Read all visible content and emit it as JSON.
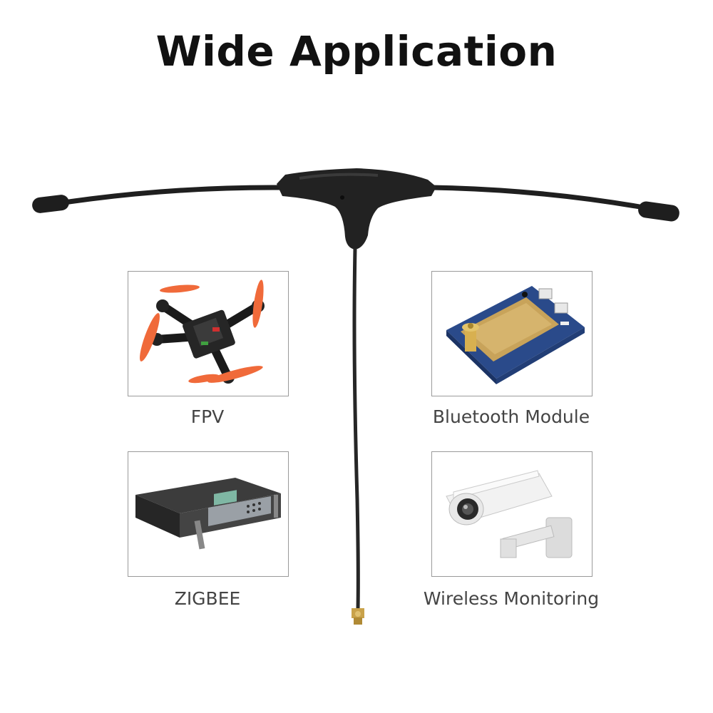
{
  "title": "Wide Application",
  "applications": [
    {
      "label": "FPV",
      "icon": "drone-icon"
    },
    {
      "label": "Bluetooth Module",
      "icon": "bluetooth-module-icon"
    },
    {
      "label": "ZIGBEE",
      "icon": "rack-device-icon"
    },
    {
      "label": "Wireless Monitoring",
      "icon": "security-camera-icon"
    }
  ],
  "colors": {
    "antenna": "#1f1f1f",
    "connector": "#c9a24a",
    "propeller": "#f06a3a",
    "pcb": "#2a4a8a",
    "gold": "#c8a35a"
  }
}
